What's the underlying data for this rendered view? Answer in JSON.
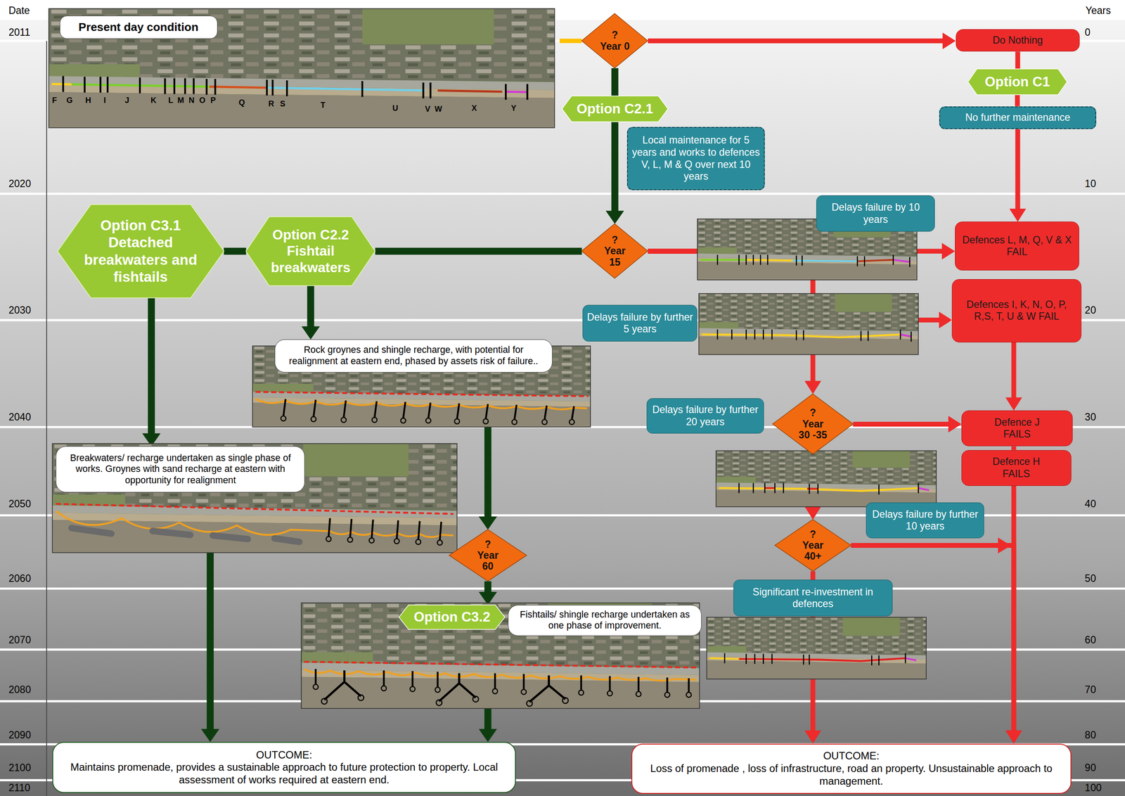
{
  "diagram": {
    "nodes": [
      {
        "text": [
          "Present day condition"
        ]
      },
      {
        "text": [
          "? Year 0"
        ]
      },
      {
        "text": [
          "Do Nothing"
        ]
      },
      {
        "text": [
          "Option C1"
        ]
      },
      {
        "text": [
          "No further maintenance"
        ]
      },
      {
        "text": [
          "Option C2.1"
        ]
      },
      {
        "text": [
          "Local maintenance for 5 years and works to defences V, L, M & Q over next 10 years"
        ]
      },
      {
        "text": [
          "Delays failure by 10 years"
        ]
      },
      {
        "text": [
          "Defences L, M, Q, V & X FAIL"
        ]
      },
      {
        "text": [
          "? Year 15"
        ]
      },
      {
        "text": [
          "Option C3.1 Detached breakwaters and fishtails"
        ]
      },
      {
        "text": [
          "Option C2.2 Fishtail breakwaters"
        ]
      },
      {
        "text": [
          "Delays failure by further 5 years"
        ]
      },
      {
        "text": [
          "Defences I, K, N, O, P, R,S, T, U & W FAIL"
        ]
      },
      {
        "text": [
          "Rock groynes and shingle recharge, with potential for realignment at eastern end, phased by assets risk of failure.."
        ]
      },
      {
        "text": [
          "Delays failure by further 20 years"
        ]
      },
      {
        "text": [
          "? Year 30 -35"
        ]
      },
      {
        "text": [
          "Defence J FAILS"
        ]
      },
      {
        "text": [
          "Defence H FAILS"
        ]
      },
      {
        "text": [
          "Breakwaters/ recharge undertaken as single phase of works. Groynes with sand recharge at eastern with opportunity for realignment"
        ]
      },
      {
        "text": [
          "Delays failure by further 10 years"
        ]
      },
      {
        "text": [
          "? Year 40+"
        ]
      },
      {
        "text": [
          "? Year 60"
        ]
      },
      {
        "text": [
          "Significant re-investment in defences"
        ]
      },
      {
        "text": [
          "Option C3.2"
        ]
      },
      {
        "text": [
          "Fishtails/ shingle recharge undertaken as one phase of improvement."
        ]
      },
      {
        "text": [
          "OUTCOME:",
          "Maintains promenade, provides a sustainable approach to future protection to property. Local assessment of works required at eastern end."
        ]
      },
      {
        "text": [
          "OUTCOME:",
          "Loss of promenade , loss of infrastructure, road an property. Unsustainable approach to management."
        ]
      }
    ],
    "edges": [
      {
        "from": 1,
        "to": 2,
        "arrow": "to"
      },
      {
        "from": 1,
        "to": 5,
        "arrow": "none"
      },
      {
        "from": 5,
        "to": 9,
        "arrow": "to"
      },
      {
        "from": 2,
        "to": 3,
        "arrow": "none"
      },
      {
        "from": 3,
        "to": 4,
        "arrow": "none"
      },
      {
        "from": 4,
        "to": 8,
        "arrow": "to"
      },
      {
        "from": 9,
        "to": 8,
        "arrow": "to"
      },
      {
        "from": 9,
        "to": 13,
        "arrow": "to"
      },
      {
        "from": 9,
        "to": 16,
        "arrow": "to"
      },
      {
        "from": 9,
        "to": 11,
        "arrow": "none"
      },
      {
        "from": 11,
        "to": 10,
        "arrow": "none"
      },
      {
        "from": 11,
        "to": 14,
        "arrow": "to"
      },
      {
        "from": 10,
        "to": 19,
        "arrow": "to"
      },
      {
        "from": 16,
        "to": 17,
        "arrow": "to"
      },
      {
        "from": 16,
        "to": 21,
        "arrow": "to"
      },
      {
        "from": 13,
        "to": 17,
        "arrow": "to"
      },
      {
        "from": 17,
        "to": 18,
        "arrow": "none"
      },
      {
        "from": 18,
        "to": 27,
        "arrow": "to"
      },
      {
        "from": 21,
        "to": 27,
        "arrow": "to"
      },
      {
        "from": 21,
        "to": 23,
        "arrow": "none"
      },
      {
        "from": 23,
        "to": 27,
        "arrow": "to"
      },
      {
        "from": 14,
        "to": 22,
        "arrow": "to"
      },
      {
        "from": 22,
        "to": 24,
        "arrow": "to"
      },
      {
        "from": 24,
        "to": 26,
        "arrow": "to"
      },
      {
        "from": 19,
        "to": 26,
        "arrow": "to"
      }
    ],
    "labels": [
      "Date",
      "Years",
      "2011",
      "2020",
      "2030",
      "2040",
      "2050",
      "2060",
      "2070",
      "2080",
      "2090",
      "2100",
      "2110",
      "0",
      "10",
      "20",
      "30",
      "40",
      "50",
      "60",
      "70",
      "80",
      "90",
      "100",
      "F",
      "G",
      "H",
      "I",
      "J",
      "K",
      "L",
      "M",
      "N",
      "O",
      "P",
      "Q",
      "R",
      "S",
      "T",
      "U",
      "V",
      "W",
      "X",
      "Y"
    ]
  }
}
